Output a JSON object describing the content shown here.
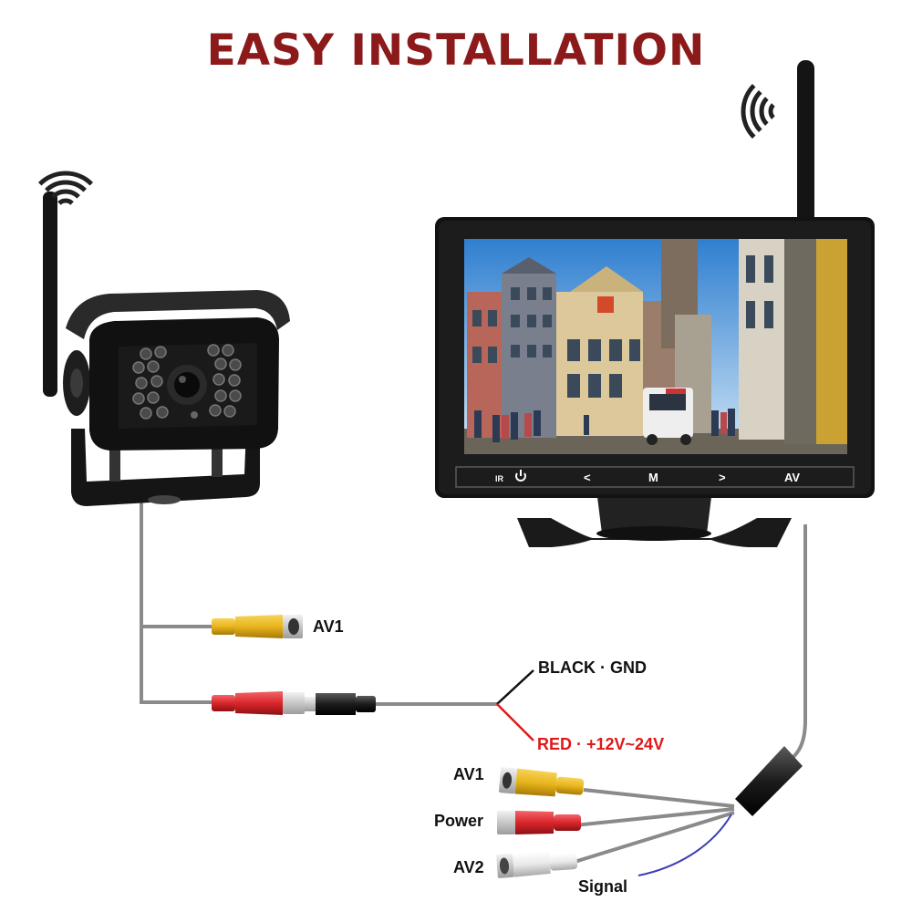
{
  "title": "EASY INSTALLATION",
  "colors": {
    "title": "#8c1a1a",
    "red_label": "#e01818",
    "cable": "#8a8a8a",
    "signal_wire": "#3a3fb8",
    "rca_yellow": "#e8b51c",
    "rca_red": "#d9262b",
    "rca_white": "#e9e9e9"
  },
  "camera": {
    "icon": "wireless-signal-icon"
  },
  "monitor": {
    "icon": "wireless-signal-icon",
    "buttons": {
      "ir": "IR",
      "prev": "<",
      "menu": "M",
      "next": ">",
      "av": "AV"
    }
  },
  "labels": {
    "camera_av1": "AV1",
    "black_gnd": "BLACK · GND",
    "red_power": "RED · +12V~24V",
    "monitor_av1": "AV1",
    "monitor_power": "Power",
    "monitor_av2": "AV2",
    "monitor_signal": "Signal"
  }
}
